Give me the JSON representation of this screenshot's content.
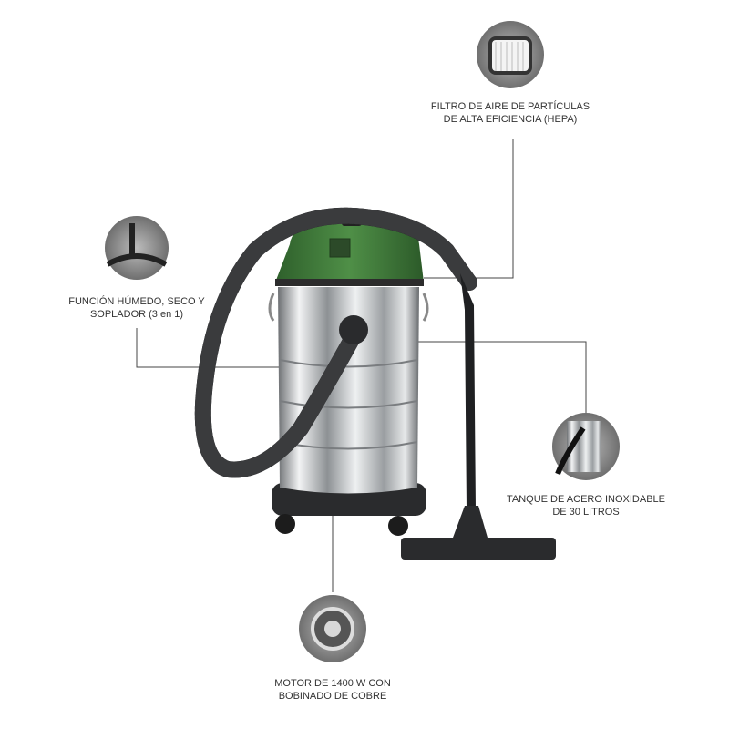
{
  "callouts": {
    "hepa": {
      "line1": "FILTRO DE AIRE DE PARTÍCULAS",
      "line2": "DE ALTA EFICIENCIA (HEPA)",
      "icon": "hepa-filter-icon"
    },
    "function": {
      "line1": "FUNCIÓN HÚMEDO, SECO Y",
      "line2": "SOPLADOR (3 en 1)",
      "icon": "floor-nozzle-icon"
    },
    "tank": {
      "line1": "TANQUE DE ACERO INOXIDABLE",
      "line2": "DE 30 LITROS",
      "icon": "steel-tank-icon"
    },
    "motor": {
      "line1": "MOTOR DE 1400 W CON",
      "line2": "BOBINADO DE COBRE",
      "icon": "motor-icon"
    }
  },
  "colors": {
    "lid": "#3f7a3a",
    "steel": "#c9cccf",
    "hose": "#1e1f21",
    "line": "#444444",
    "circle": "#8a8a8a"
  }
}
